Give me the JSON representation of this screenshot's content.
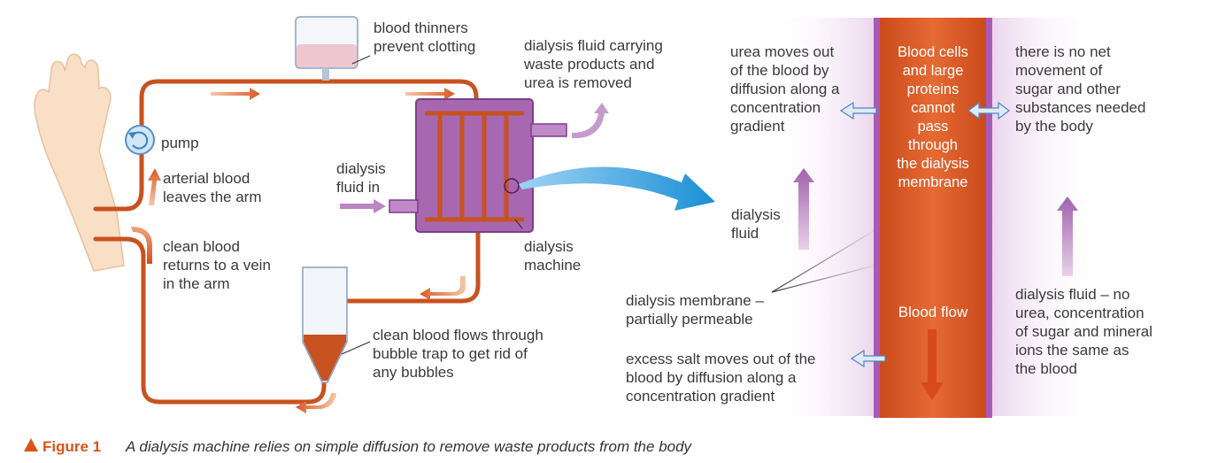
{
  "labels": {
    "pump": "pump",
    "arterial": [
      "arterial blood",
      "leaves the arm"
    ],
    "clean_return": [
      "clean blood",
      "returns to a vein",
      "in the arm"
    ],
    "thinners": [
      "blood thinners",
      "prevent clotting"
    ],
    "fluid_removed": [
      "dialysis fluid carrying",
      "waste products and",
      "urea is removed"
    ],
    "fluid_in": [
      "dialysis",
      "fluid in"
    ],
    "machine": [
      "dialysis",
      "machine"
    ],
    "bubble_trap": [
      "clean blood flows through",
      "bubble trap to get rid of",
      "any bubbles"
    ],
    "urea": [
      "urea moves out",
      "of the blood by",
      "diffusion along a",
      "concentration",
      "gradient"
    ],
    "blood_cells": [
      "Blood cells",
      "and large",
      "proteins",
      "cannot",
      "pass",
      "through",
      "the dialysis",
      "membrane"
    ],
    "no_net": [
      "there is no net",
      "movement of",
      "sugar and other",
      "substances needed",
      "by the body"
    ],
    "dialysis_fluid": [
      "dialysis",
      "fluid"
    ],
    "membrane": [
      "dialysis membrane –",
      "partially permeable"
    ],
    "blood_flow": "Blood flow",
    "fluid_desc": [
      "dialysis fluid – no",
      "urea, concentration",
      "of sugar and mineral",
      "ions the same as",
      "the blood"
    ],
    "excess_salt": [
      "excess salt moves out of the",
      "blood by diffusion along a",
      "concentration gradient"
    ]
  },
  "caption": {
    "number": "Figure 1",
    "text": "A dialysis machine relies on simple diffusion to remove waste products from the body"
  },
  "colors": {
    "tube": "#c8521f",
    "vessel": "#d4531e",
    "membrane_purple": "#9b4fa6",
    "machine_purple": "#a867b1",
    "fluid_purple": "#b070ba",
    "arrow_blue": "#1a8fd6",
    "caption_orange": "#d9541a"
  }
}
